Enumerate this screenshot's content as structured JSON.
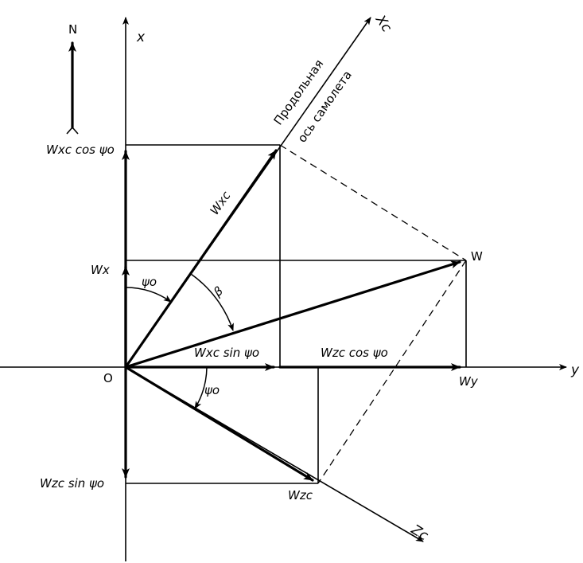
{
  "labels": {
    "north": "N",
    "x_axis": "x",
    "y_axis": "y",
    "xc_axis": "Xc",
    "zc_axis": "Zc",
    "origin": "O",
    "w_xc_cos": "Wxc cos ψo",
    "w_x": "Wx",
    "w_zc_sin": "Wzc sin ψo",
    "w_xc": "Wxc",
    "w_xc_sin": "Wxc sin ψo",
    "w_zc_cos": "Wzc cos ψo",
    "w": "W",
    "w_y": "Wy",
    "w_zc": "Wzc",
    "psi_top": "ψo",
    "psi_bottom": "ψo",
    "beta": "β",
    "axis_caption_line1": "Продольная",
    "axis_caption_line2": "ось самолета"
  }
}
